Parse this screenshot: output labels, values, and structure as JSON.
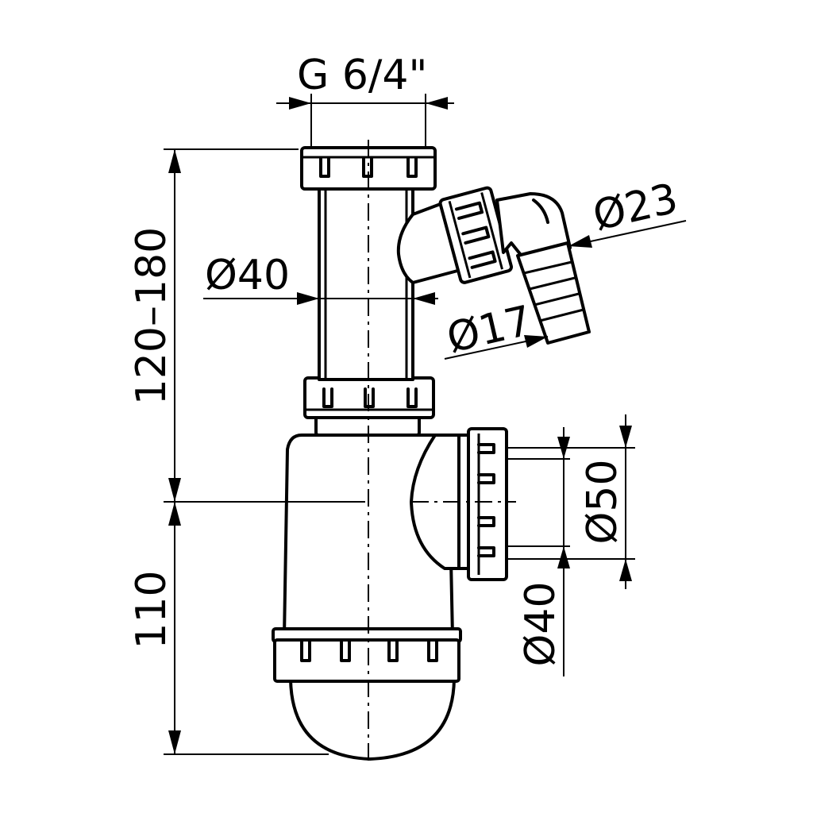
{
  "dimensions": {
    "thread": "G 6/4\"",
    "height_adjustable": "120–180",
    "height_bottom": "110",
    "pipe_diameter": "Ø40",
    "hose_outer": "Ø23",
    "hose_inner": "Ø17",
    "outlet_outer": "Ø50",
    "outlet_inner": "Ø40"
  },
  "colors": {
    "line": "#000000",
    "background": "#ffffff"
  }
}
